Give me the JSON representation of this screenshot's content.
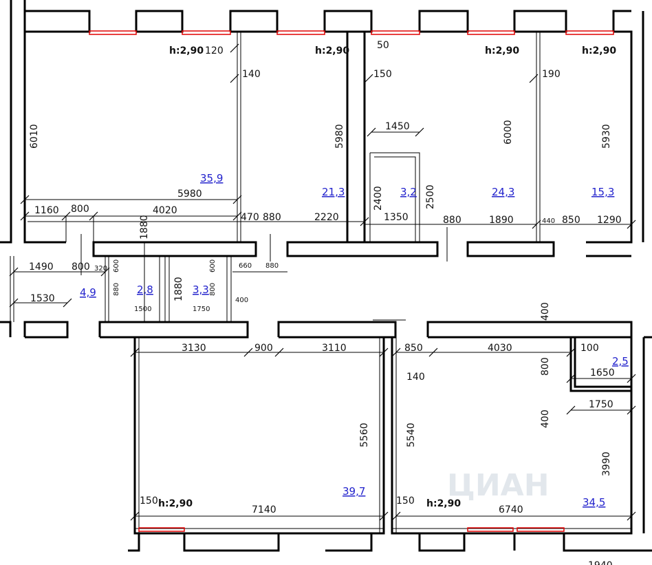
{
  "plan": {
    "room_areas": [
      "35,9",
      "21,3",
      "3,2",
      "24,3",
      "15,3",
      "4,9",
      "2,8",
      "3,3",
      "39,7",
      "34,5",
      "2,5"
    ],
    "ceiling_heights": [
      "h:2,90",
      "h:2,90",
      "h:2,90",
      "h:2,90",
      "h:2,90",
      "h:2,90"
    ],
    "dimensions_horizontal": [
      "120",
      "50",
      "140",
      "150",
      "190",
      "1450",
      "5980",
      "1160",
      "800",
      "4020",
      "470",
      "880",
      "2220",
      "1350",
      "880",
      "1890",
      "440",
      "850",
      "1290",
      "1490",
      "800",
      "320",
      "660",
      "880",
      "1530",
      "1500",
      "1750",
      "400",
      "3130",
      "900",
      "3110",
      "850",
      "4030",
      "100",
      "1650",
      "1750",
      "140",
      "150",
      "7140",
      "150",
      "6740",
      "1940"
    ],
    "dimensions_vertical": [
      "6010",
      "5980",
      "6000",
      "5930",
      "1880",
      "2400",
      "2500",
      "600",
      "880",
      "1880",
      "600",
      "800",
      "400",
      "800",
      "400",
      "5560",
      "5540",
      "3990"
    ],
    "watermark": "ЦИАН"
  }
}
